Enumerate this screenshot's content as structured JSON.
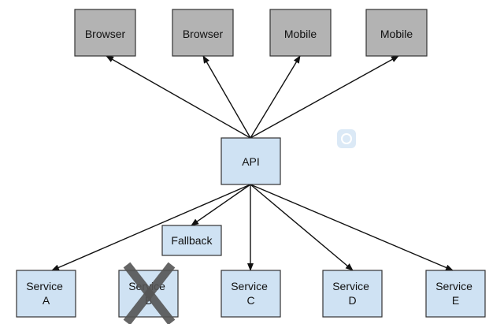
{
  "colors": {
    "client_fill": "#b3b3b3",
    "service_fill": "#cfe2f3",
    "edge": "#111111",
    "failed_mark": "#555555"
  },
  "nodes": {
    "browser1": {
      "label": "Browser"
    },
    "browser2": {
      "label": "Browser"
    },
    "mobile1": {
      "label": "Mobile"
    },
    "mobile2": {
      "label": "Mobile"
    },
    "api": {
      "label": "API"
    },
    "fallback": {
      "label": "Fallback"
    },
    "serviceA": {
      "label": [
        "Service",
        "A"
      ]
    },
    "serviceB": {
      "label": [
        "Service",
        "B"
      ],
      "status": "failed"
    },
    "serviceC": {
      "label": [
        "Service",
        "C"
      ]
    },
    "serviceD": {
      "label": [
        "Service",
        "D"
      ]
    },
    "serviceE": {
      "label": [
        "Service",
        "E"
      ]
    }
  },
  "edges": [
    {
      "from": "api",
      "to": "browser1"
    },
    {
      "from": "api",
      "to": "browser2"
    },
    {
      "from": "api",
      "to": "mobile1"
    },
    {
      "from": "api",
      "to": "mobile2"
    },
    {
      "from": "api",
      "to": "fallback"
    },
    {
      "from": "api",
      "to": "serviceA"
    },
    {
      "from": "api",
      "to": "serviceC"
    },
    {
      "from": "api",
      "to": "serviceD"
    },
    {
      "from": "api",
      "to": "serviceE"
    }
  ],
  "icons": {
    "watermark": "watermark-icon",
    "failure": "failed-x-icon"
  }
}
